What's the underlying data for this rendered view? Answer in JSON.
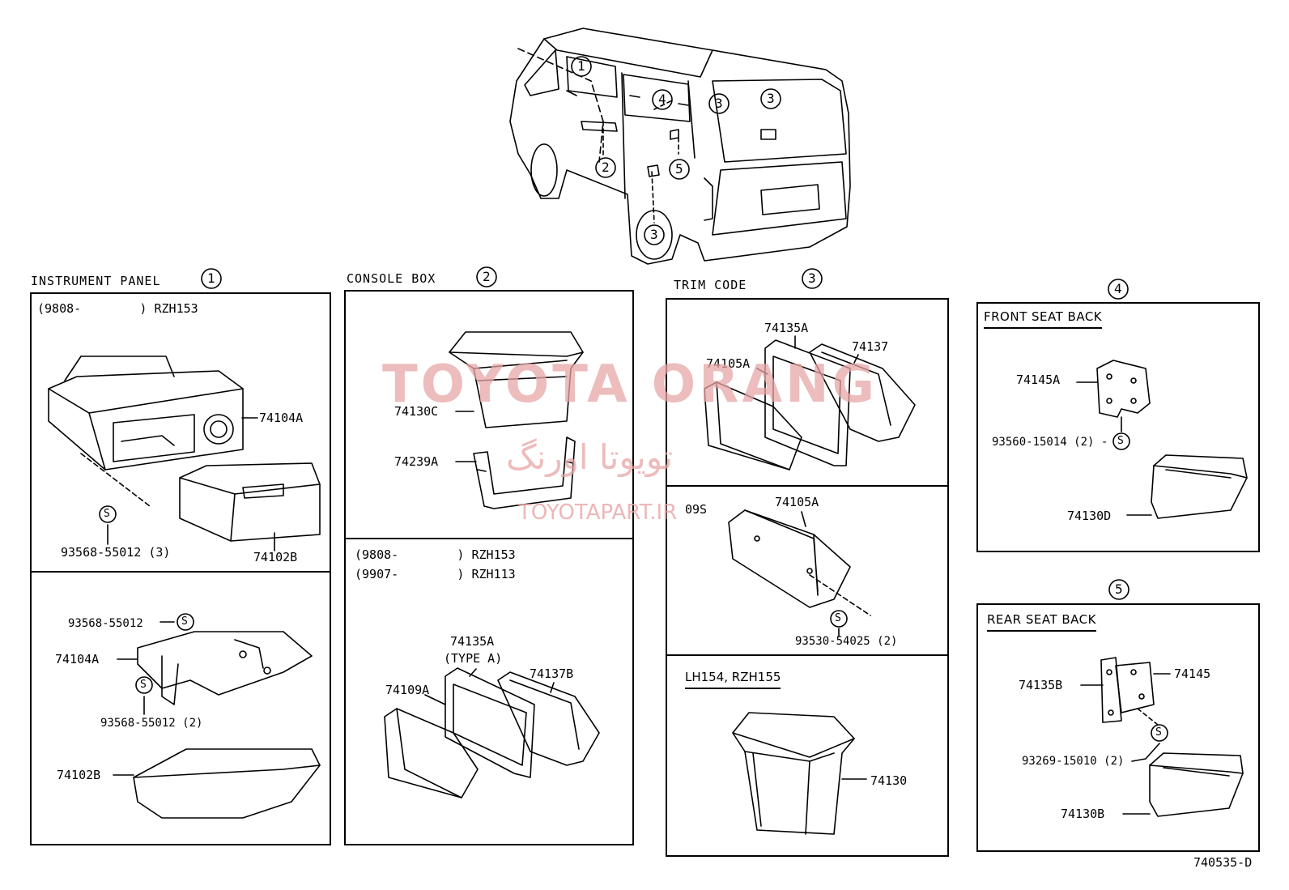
{
  "sections": {
    "instrument_panel": {
      "title": "INSTRUMENT PANEL",
      "num": "1",
      "variant": "(9808-        ) RZH153"
    },
    "console_box": {
      "title": "CONSOLE BOX",
      "num": "2",
      "variant1": "(9808-        ) RZH153",
      "variant2": "(9907-        ) RZH113"
    },
    "trim_code": {
      "title": "TRIM CODE",
      "num": "3",
      "code": "09S",
      "lower_title": "LH154, RZH155"
    },
    "front_seat": {
      "title": "FRONT SEAT BACK",
      "num": "4"
    },
    "rear_seat": {
      "title": "REAR SEAT BACK",
      "num": "5"
    }
  },
  "car_callouts": [
    "1",
    "4",
    "3",
    "3",
    "2",
    "5",
    "3"
  ],
  "parts": {
    "p74104A_top": "74104A",
    "p93568_3": "93568-55012 (3)",
    "p74102B_top": "74102B",
    "p93568_single": "93568-55012",
    "p74104A_bot": "74104A",
    "p93568_2": "93568-55012 (2)",
    "p74102B_bot": "74102B",
    "p74130C": "74130C",
    "p74239A": "74239A",
    "p74135A_cb": "74135A",
    "p_typeA": "(TYPE A)",
    "p74137B": "74137B",
    "p74109A": "74109A",
    "p74135A_tc": "74135A",
    "p74137": "74137",
    "p74105A_tc": "74105A",
    "p74105A_09s": "74105A",
    "p93530": "93530-54025 (2)",
    "p74130": "74130",
    "p74145A": "74145A",
    "p93560": "93560-15014 (2) -",
    "p74130D": "74130D",
    "p74135B": "74135B",
    "p74145": "74145",
    "p93269": "93269-15010 (2)",
    "p74130B": "74130B"
  },
  "screw_symbol": "S",
  "diagram_code": "740535-D",
  "watermark": {
    "line1": "TOYOTA ORANG",
    "line2": "تویوتا اورنگ",
    "line3": "TOYOTAPART.IR"
  }
}
